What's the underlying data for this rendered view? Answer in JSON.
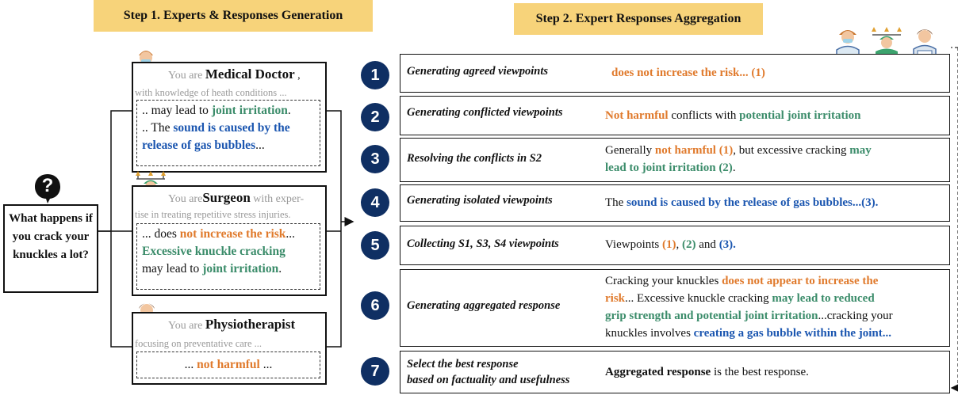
{
  "step1": {
    "title": "Step 1. Experts & Responses Generation"
  },
  "step2": {
    "title": "Step 2. Expert Responses Aggregation"
  },
  "question": {
    "icon_glyph": "?",
    "text": "What happens if you crack your knuckles a lot?"
  },
  "experts": [
    {
      "prefix": "You are",
      "role": "Medical Doctor",
      "suffix": " ,",
      "desc": "with knowledge of heath conditions ..."
    },
    {
      "prefix": "You are",
      "role": "Surgeon",
      "suffix": " with exper-",
      "desc": "tise in treating repetitive stress injuries."
    },
    {
      "prefix": "You are",
      "role": "Physiotherapist",
      "suffix": "",
      "desc": "focusing on preventative care ..."
    }
  ],
  "responses": {
    "doctor": {
      "l1_a": ".. may lead to ",
      "l1_b": "joint irritation",
      "l1_c": ".",
      "l2_a": ".. The ",
      "l2_b": "sound is caused by the",
      "l3_b": "release of gas bubbles",
      "l3_c": "..."
    },
    "surgeon": {
      "l1_a": "... does ",
      "l1_b": "not increase the risk",
      "l1_c": "...",
      "l2_b": "Excessive knuckle cracking",
      "l3_a": "may lead to ",
      "l3_b": "joint irritation",
      "l3_c": "."
    },
    "physio": {
      "a": "... ",
      "b": "not harmful",
      "c": " ..."
    }
  },
  "steps": [
    {
      "num": "1",
      "label": "Generating agreed viewpoints",
      "c1": "does not increase the risk... (1)"
    },
    {
      "num": "2",
      "label": "Generating conflicted viewpoints",
      "c1": "Not harmful",
      "c2": " conflicts with ",
      "c3": "potential joint irritation"
    },
    {
      "num": "3",
      "label": "Resolving the conflicts in S2",
      "c1": "Generally ",
      "c2": "not harmful (1)",
      "c3": ", but excessive cracking ",
      "c4": "may",
      "c5": "lead to joint irritation (2)",
      "c6": "."
    },
    {
      "num": "4",
      "label": "Generating isolated viewpoints",
      "c1": "The ",
      "c2": "sound is caused by the release of gas bubbles...(3)."
    },
    {
      "num": "5",
      "label": "Collecting S1, S3, S4 viewpoints",
      "c1": "Viewpoints ",
      "c2": "(1)",
      "c3": ", ",
      "c4": "(2)",
      "c5": " and ",
      "c6": "(3)."
    },
    {
      "num": "6",
      "label": "Generating aggregated response",
      "c1": "Cracking your knuckles ",
      "c2": "does not appear to increase the",
      "c3": "risk",
      "c4": "... Excessive knuckle cracking ",
      "c5": "may lead to reduced",
      "c6": "grip strength and potential joint irritation",
      "c7": "...cracking your",
      "c8": "knuckles involves ",
      "c9": "creating a gas bubble within the joint..."
    },
    {
      "num": "7",
      "label1": "Select the best response",
      "label2": "based on factuality and usefulness",
      "c1": "Aggregated response",
      "c2": " is the best response."
    }
  ],
  "colors": {
    "orange": "#e07a2c",
    "green": "#3b8c6a",
    "blue": "#1b56b0",
    "navy": "#0f2f63",
    "title_bg": "#f7d37a"
  },
  "icons": [
    "question-bubble-icon",
    "doctor-icon",
    "surgeon-icon",
    "physiotherapist-icon"
  ]
}
